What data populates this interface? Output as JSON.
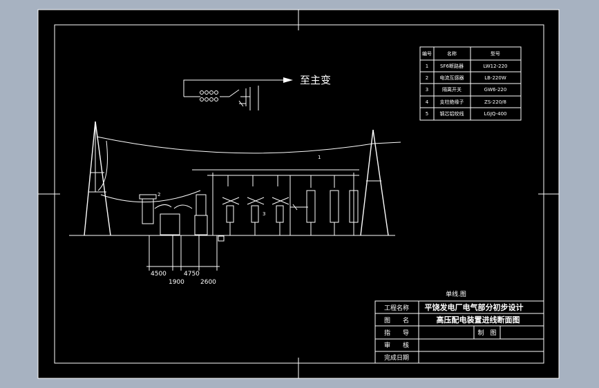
{
  "title_block": {
    "scale_label": "单线.图",
    "rows": [
      {
        "label": "工程名称",
        "value": "平饶发电厂电气部分初步设计"
      },
      {
        "label": "图　　名",
        "value": "高压配电装置进线断面图"
      },
      {
        "label": "指　　导",
        "value": "",
        "extra_label": "制　图",
        "extra_value": ""
      },
      {
        "label": "审　　核",
        "value": ""
      },
      {
        "label": "完成日期",
        "value": ""
      }
    ]
  },
  "arrow_label": "至主变",
  "equipment_table": {
    "headers": [
      "编号",
      "名称",
      "型号"
    ],
    "rows": [
      [
        "1",
        "SF6断路器",
        "LW12-220"
      ],
      [
        "2",
        "电流互感器",
        "LB-220W"
      ],
      [
        "3",
        "隔离开关",
        "GW6-220"
      ],
      [
        "4",
        "支柱绝缘子",
        "ZS-220/8"
      ],
      [
        "5",
        "钢芯铝绞线",
        "LGJQ-400"
      ]
    ]
  },
  "dimensions": [
    "4500",
    "1900",
    "4750",
    "2600"
  ],
  "callouts": [
    "1",
    "2",
    "3"
  ],
  "colors": {
    "paper": "#000000",
    "surround": "#a7b2c1",
    "line": "#ffffff"
  }
}
